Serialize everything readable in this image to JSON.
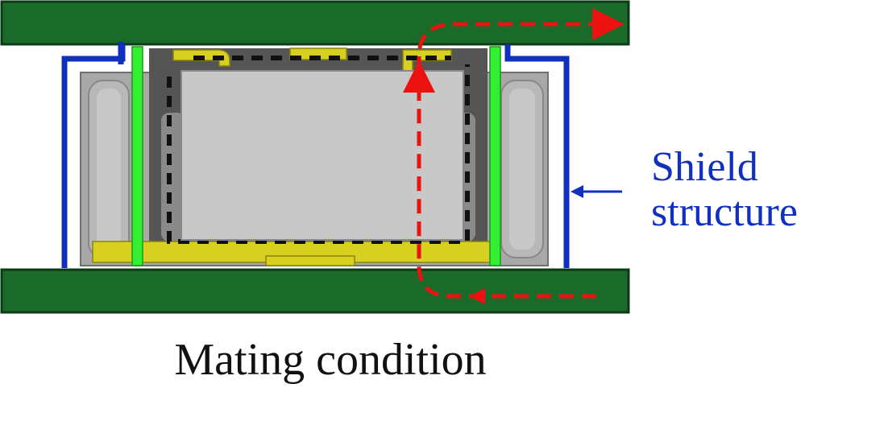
{
  "shield_label": {
    "line1": "Shield",
    "line2": "structure"
  },
  "caption": "Mating condition",
  "colors": {
    "pcb": "#1a6b2a",
    "shield": "#1030c0",
    "contact_bar": "#33ee33",
    "signal_path": "#ee1111",
    "terminal": "#d8d020",
    "housing": "#a8a8a8",
    "body": "#c8c8c8"
  }
}
